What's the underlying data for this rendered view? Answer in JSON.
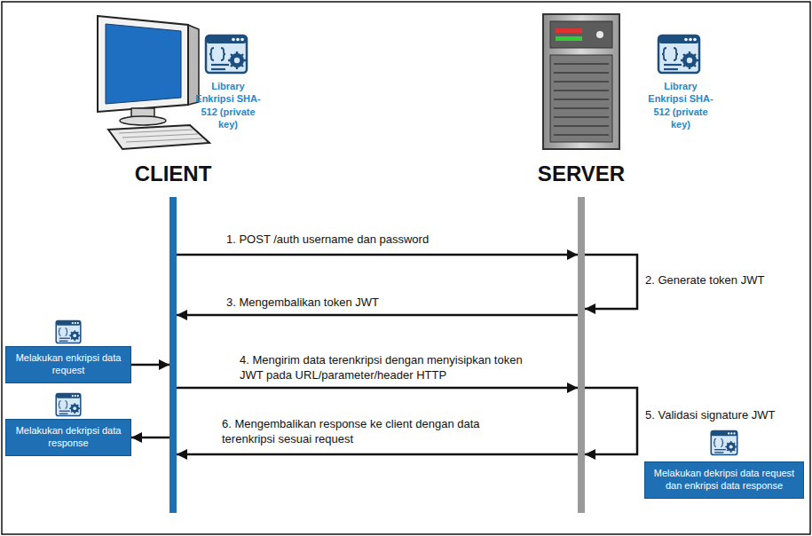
{
  "diagram": {
    "nodes": [
      {
        "text": [
          "CLIENT"
        ]
      },
      {
        "text": [
          "SERVER"
        ]
      },
      {
        "text": [
          "Melakukan enkripsi data request"
        ]
      },
      {
        "text": [
          "Melakukan dekripsi data response"
        ]
      },
      {
        "text": [
          "Melakukan dekripsi data request dan enkripsi data response"
        ]
      }
    ],
    "edges": [
      {
        "from": 0,
        "to": 1,
        "arrow": "to",
        "label": "1. POST /auth username dan password"
      },
      {
        "from": 1,
        "to": 1,
        "arrow": "to",
        "label": "2. Generate token JWT"
      },
      {
        "from": 1,
        "to": 0,
        "arrow": "to",
        "label": "3. Mengembalikan token JWT"
      },
      {
        "from": 2,
        "to": 0,
        "arrow": "to"
      },
      {
        "from": 0,
        "to": 1,
        "arrow": "to",
        "label": "4. Mengirim data terenkripsi dengan menyisipkan token JWT pada URL/parameter/header HTTP"
      },
      {
        "from": 1,
        "to": 1,
        "arrow": "to",
        "label": "5. Validasi signature JWT"
      },
      {
        "from": 0,
        "to": 3,
        "arrow": "to"
      },
      {
        "from": 1,
        "to": 0,
        "arrow": "to",
        "label": "6. Mengembalikan response ke client dengan data terenkripsi sesuai request"
      }
    ],
    "labels": [
      "Library Enkripsi SHA-512 (private key)",
      "Library Enkripsi SHA-512 (private key)"
    ]
  }
}
